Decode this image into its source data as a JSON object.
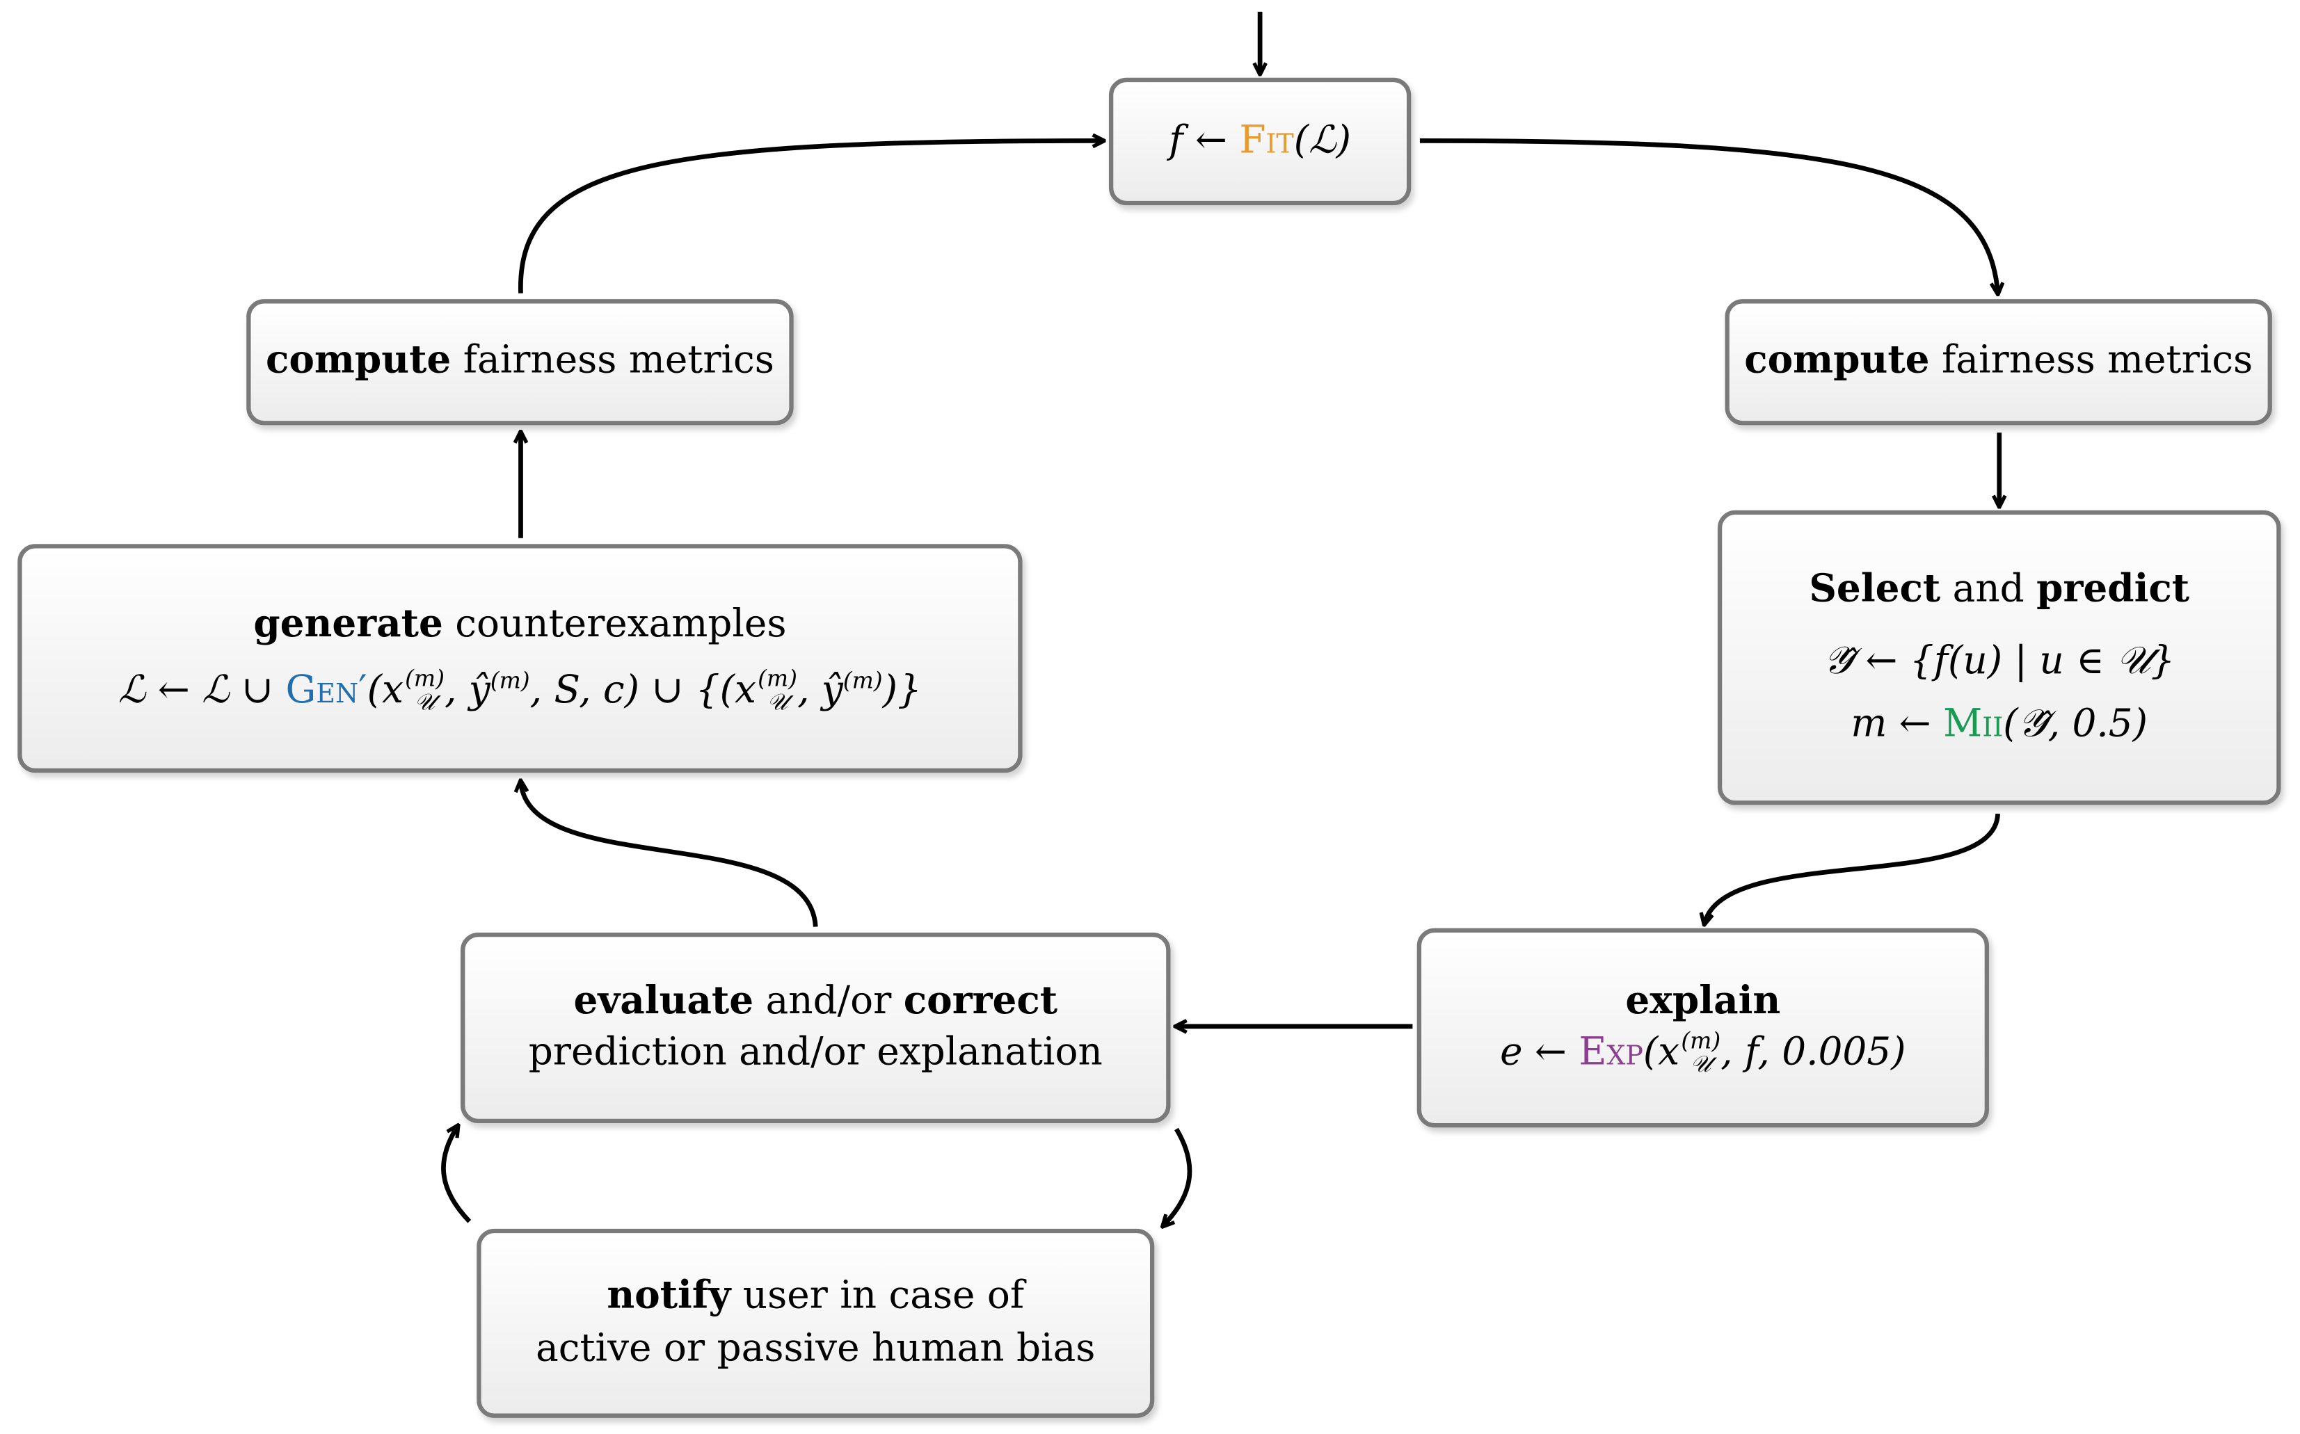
{
  "nodes": {
    "fit": {
      "f": "f",
      "arrow": " ← ",
      "fn": "Fit",
      "arg": "(ℒ)"
    },
    "compute_left": {
      "bold": "compute",
      "rest": " fairness metrics"
    },
    "compute_right": {
      "bold": "compute",
      "rest": " fairness metrics"
    },
    "select": {
      "bold1": "Select",
      "mid": " and ",
      "bold2": "predict",
      "line2": "𝒴̂ ← {f(u) | u ∈ 𝒰}",
      "line3_pre": "m ← ",
      "line3_fn": "Mii",
      "line3_post": "(𝒴̂, 0.5)"
    },
    "explain": {
      "bold": "explain",
      "pre": "e ← ",
      "fn": "Exp",
      "x": "(x",
      "sup": "(m)",
      "sub": "𝒰",
      "post": ", f, 0.005)"
    },
    "evaluate": {
      "bold1": "evaluate",
      "mid": " and/or ",
      "bold2": "correct",
      "line2": "prediction and/or explanation"
    },
    "notify": {
      "bold": "notify",
      "rest": " user in case of",
      "line2": "active or passive human bias"
    },
    "generate": {
      "bold": "generate",
      "rest": " counterexamples",
      "pre": "ℒ ← ℒ ∪ ",
      "fn": "Gen′",
      "x1": "(x",
      "sup1": "(m)",
      "sub1": "𝒰",
      "mid1": ", ŷ",
      "sup2": "(m)",
      "mid2": ", S, c) ∪ {(x",
      "sup3": "(m)",
      "sub3": "𝒰",
      "mid3": ", ŷ",
      "sup4": "(m)",
      "end": ")}"
    }
  },
  "colors": {
    "fit": "#e89a2c",
    "gen": "#1f6fae",
    "mii": "#1a9a55",
    "exp": "#8b3f8f",
    "border": "#7a7a7a",
    "arrow": "#000000"
  }
}
